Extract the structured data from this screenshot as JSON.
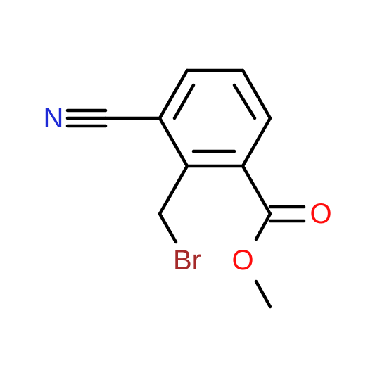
{
  "molecule": {
    "atoms": [
      {
        "id": "N",
        "symbol": "N",
        "color": "#1f2bd6"
      },
      {
        "id": "O_carbonyl",
        "symbol": "O",
        "color": "#ff0d0d"
      },
      {
        "id": "O_ester",
        "symbol": "O",
        "color": "#ff0d0d"
      },
      {
        "id": "Br",
        "symbol": "Br",
        "color": "#a52a2a"
      }
    ],
    "bond_color": "#000000"
  }
}
